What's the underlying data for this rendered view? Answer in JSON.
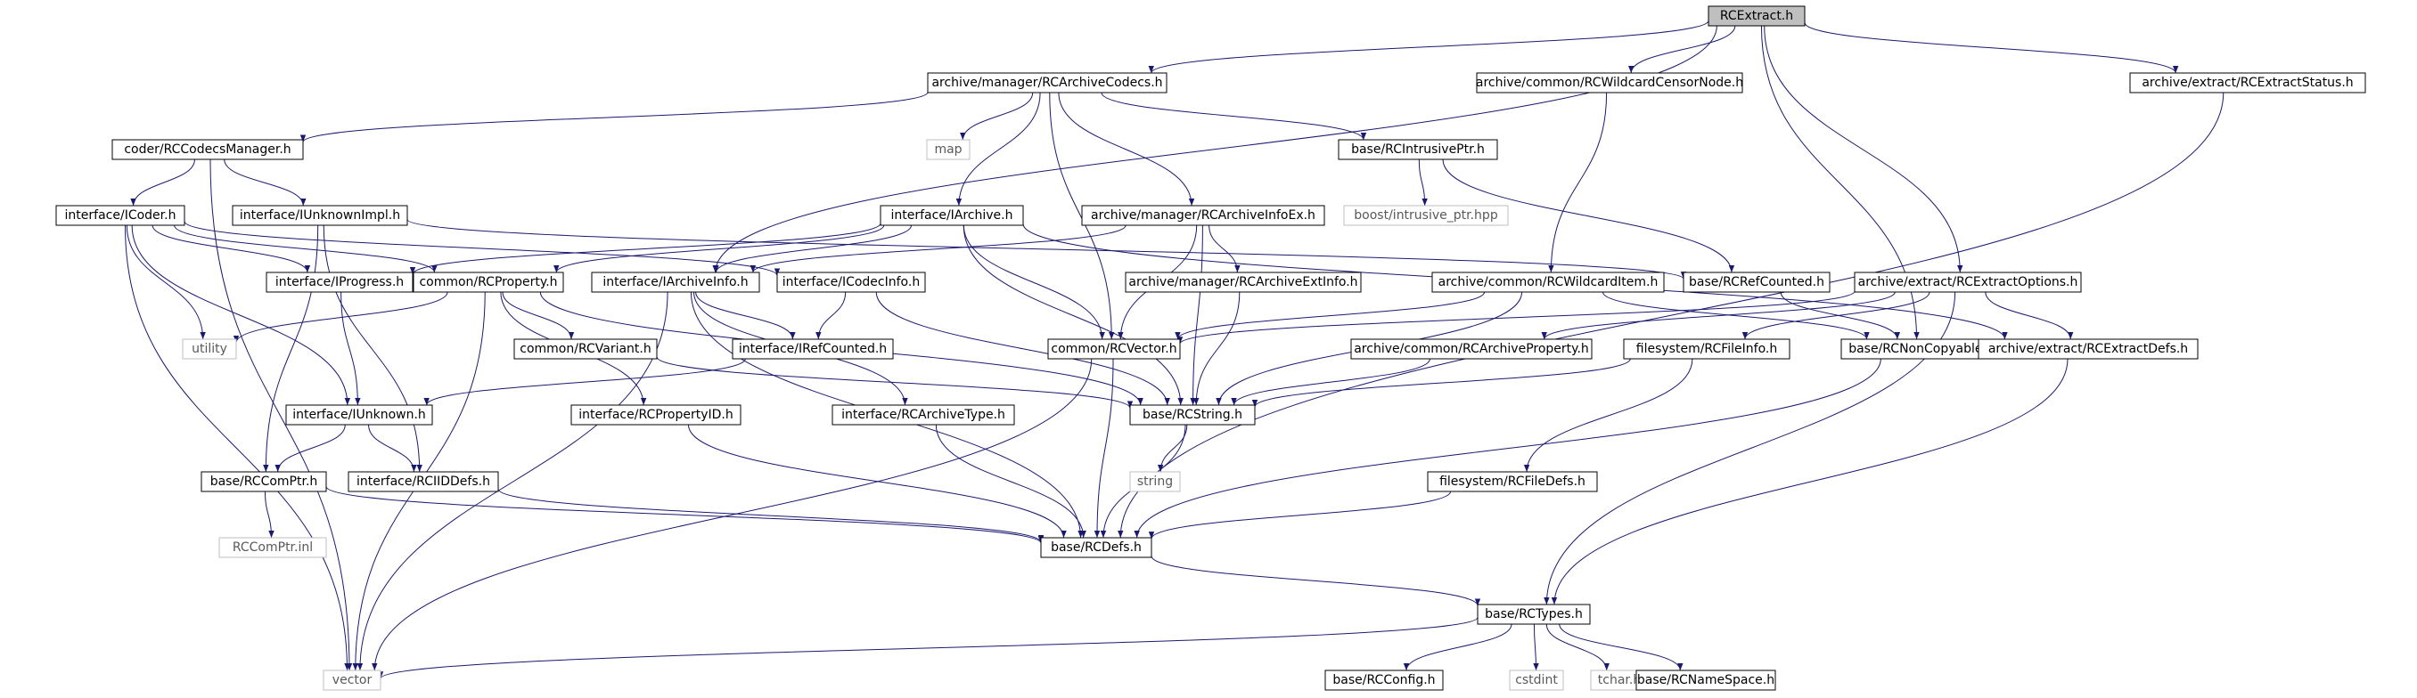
{
  "colors": {
    "background": "#ffffff",
    "edge": "#191970",
    "node_border": "#000000",
    "external_border": "#bfbfbf",
    "external_text": "#595959",
    "root_fill": "#bfbfbf"
  },
  "nodes": [
    {
      "id": "RCExtract_h",
      "label": "RCExtract.h",
      "kind": "root"
    },
    {
      "id": "archive_manager_RCArchiveCodecs_h",
      "label": "archive/manager/RCArchiveCodecs.h",
      "kind": "header"
    },
    {
      "id": "archive_common_RCWildcardCensorNode_h",
      "label": "archive/common/RCWildcardCensorNode.h",
      "kind": "header"
    },
    {
      "id": "archive_extract_RCExtractStatus_h",
      "label": "archive/extract/RCExtractStatus.h",
      "kind": "header"
    },
    {
      "id": "coder_RCCodecsManager_h",
      "label": "coder/RCCodecsManager.h",
      "kind": "header"
    },
    {
      "id": "map",
      "label": "map",
      "kind": "external"
    },
    {
      "id": "base_RCIntrusivePtr_h",
      "label": "base/RCIntrusivePtr.h",
      "kind": "header"
    },
    {
      "id": "interface_ICoder_h",
      "label": "interface/ICoder.h",
      "kind": "header"
    },
    {
      "id": "interface_IUnknownImpl_h",
      "label": "interface/IUnknownImpl.h",
      "kind": "header"
    },
    {
      "id": "interface_IArchive_h",
      "label": "interface/IArchive.h",
      "kind": "header"
    },
    {
      "id": "archive_manager_RCArchiveInfoEx_h",
      "label": "archive/manager/RCArchiveInfoEx.h",
      "kind": "header"
    },
    {
      "id": "boost_intrusive_ptr_hpp",
      "label": "boost/intrusive_ptr.hpp",
      "kind": "external"
    },
    {
      "id": "interface_IProgress_h",
      "label": "interface/IProgress.h",
      "kind": "header"
    },
    {
      "id": "common_RCProperty_h",
      "label": "common/RCProperty.h",
      "kind": "header"
    },
    {
      "id": "interface_IArchiveInfo_h",
      "label": "interface/IArchiveInfo.h",
      "kind": "header"
    },
    {
      "id": "interface_ICodecInfo_h",
      "label": "interface/ICodecInfo.h",
      "kind": "header"
    },
    {
      "id": "archive_manager_RCArchiveExtInfo_h",
      "label": "archive/manager/RCArchiveExtInfo.h",
      "kind": "header"
    },
    {
      "id": "archive_common_RCWildcardItem_h",
      "label": "archive/common/RCWildcardItem.h",
      "kind": "header"
    },
    {
      "id": "base_RCRefCounted_h",
      "label": "base/RCRefCounted.h",
      "kind": "header"
    },
    {
      "id": "archive_extract_RCExtractOptions_h",
      "label": "archive/extract/RCExtractOptions.h",
      "kind": "header"
    },
    {
      "id": "utility",
      "label": "utility",
      "kind": "external"
    },
    {
      "id": "common_RCVariant_h",
      "label": "common/RCVariant.h",
      "kind": "header"
    },
    {
      "id": "interface_IRefCounted_h",
      "label": "interface/IRefCounted.h",
      "kind": "header"
    },
    {
      "id": "common_RCVector_h",
      "label": "common/RCVector.h",
      "kind": "header"
    },
    {
      "id": "archive_common_RCArchiveProperty_h",
      "label": "archive/common/RCArchiveProperty.h",
      "kind": "header"
    },
    {
      "id": "filesystem_RCFileInfo_h",
      "label": "filesystem/RCFileInfo.h",
      "kind": "header"
    },
    {
      "id": "base_RCNonCopyable_h",
      "label": "base/RCNonCopyable.h",
      "kind": "header"
    },
    {
      "id": "archive_extract_RCExtractDefs_h",
      "label": "archive/extract/RCExtractDefs.h",
      "kind": "header"
    },
    {
      "id": "interface_IUnknown_h",
      "label": "interface/IUnknown.h",
      "kind": "header"
    },
    {
      "id": "interface_RCPropertyID_h",
      "label": "interface/RCPropertyID.h",
      "kind": "header"
    },
    {
      "id": "interface_RCArchiveType_h",
      "label": "interface/RCArchiveType.h",
      "kind": "header"
    },
    {
      "id": "base_RCString_h",
      "label": "base/RCString.h",
      "kind": "header"
    },
    {
      "id": "base_RCComPtr_h",
      "label": "base/RCComPtr.h",
      "kind": "header"
    },
    {
      "id": "interface_RCIIDDefs_h",
      "label": "interface/RCIIDDefs.h",
      "kind": "header"
    },
    {
      "id": "string",
      "label": "string",
      "kind": "external"
    },
    {
      "id": "filesystem_RCFileDefs_h",
      "label": "filesystem/RCFileDefs.h",
      "kind": "header"
    },
    {
      "id": "RCComPtr_inl",
      "label": "RCComPtr.inl",
      "kind": "external"
    },
    {
      "id": "base_RCDefs_h",
      "label": "base/RCDefs.h",
      "kind": "header"
    },
    {
      "id": "base_RCTypes_h",
      "label": "base/RCTypes.h",
      "kind": "header"
    },
    {
      "id": "vector",
      "label": "vector",
      "kind": "external"
    },
    {
      "id": "base_RCConfig_h",
      "label": "base/RCConfig.h",
      "kind": "header"
    },
    {
      "id": "cstdint",
      "label": "cstdint",
      "kind": "external"
    },
    {
      "id": "tchar_h",
      "label": "tchar.h",
      "kind": "external"
    },
    {
      "id": "base_RCNameSpace_h",
      "label": "base/RCNameSpace.h",
      "kind": "header"
    }
  ],
  "edges": [
    [
      "RCExtract_h",
      "archive_manager_RCArchiveCodecs_h"
    ],
    [
      "RCExtract_h",
      "archive_common_RCWildcardCensorNode_h"
    ],
    [
      "RCExtract_h",
      "archive_extract_RCExtractStatus_h"
    ],
    [
      "RCExtract_h",
      "interface_IArchiveInfo_h"
    ],
    [
      "RCExtract_h",
      "archive_extract_RCExtractOptions_h"
    ],
    [
      "RCExtract_h",
      "base_RCNonCopyable_h"
    ],
    [
      "archive_manager_RCArchiveCodecs_h",
      "coder_RCCodecsManager_h"
    ],
    [
      "archive_manager_RCArchiveCodecs_h",
      "map"
    ],
    [
      "archive_manager_RCArchiveCodecs_h",
      "base_RCIntrusivePtr_h"
    ],
    [
      "archive_manager_RCArchiveCodecs_h",
      "interface_IArchive_h"
    ],
    [
      "archive_manager_RCArchiveCodecs_h",
      "archive_manager_RCArchiveInfoEx_h"
    ],
    [
      "archive_manager_RCArchiveCodecs_h",
      "common_RCVector_h"
    ],
    [
      "archive_common_RCWildcardCensorNode_h",
      "archive_common_RCWildcardItem_h"
    ],
    [
      "archive_extract_RCExtractStatus_h",
      "base_RCDefs_h"
    ],
    [
      "coder_RCCodecsManager_h",
      "interface_ICoder_h"
    ],
    [
      "coder_RCCodecsManager_h",
      "interface_IUnknownImpl_h"
    ],
    [
      "coder_RCCodecsManager_h",
      "vector"
    ],
    [
      "base_RCIntrusivePtr_h",
      "boost_intrusive_ptr_hpp"
    ],
    [
      "base_RCIntrusivePtr_h",
      "base_RCRefCounted_h"
    ],
    [
      "interface_ICoder_h",
      "interface_IProgress_h"
    ],
    [
      "interface_ICoder_h",
      "common_RCProperty_h"
    ],
    [
      "interface_ICoder_h",
      "interface_ICodecInfo_h"
    ],
    [
      "interface_ICoder_h",
      "utility"
    ],
    [
      "interface_ICoder_h",
      "interface_IUnknown_h"
    ],
    [
      "interface_ICoder_h",
      "vector"
    ],
    [
      "interface_IUnknownImpl_h",
      "base_RCRefCounted_h"
    ],
    [
      "interface_IUnknownImpl_h",
      "base_RCComPtr_h"
    ],
    [
      "interface_IUnknownImpl_h",
      "interface_RCIIDDefs_h"
    ],
    [
      "interface_IArchive_h",
      "interface_IProgress_h"
    ],
    [
      "interface_IArchive_h",
      "common_RCProperty_h"
    ],
    [
      "interface_IArchive_h",
      "interface_IArchiveInfo_h"
    ],
    [
      "interface_IArchive_h",
      "common_RCVector_h"
    ],
    [
      "interface_IArchive_h",
      "base_RCString_h"
    ],
    [
      "interface_IArchive_h",
      "archive_extract_RCExtractDefs_h"
    ],
    [
      "archive_manager_RCArchiveInfoEx_h",
      "interface_IArchiveInfo_h"
    ],
    [
      "archive_manager_RCArchiveInfoEx_h",
      "archive_manager_RCArchiveExtInfo_h"
    ],
    [
      "archive_manager_RCArchiveInfoEx_h",
      "common_RCVector_h"
    ],
    [
      "archive_manager_RCArchiveInfoEx_h",
      "base_RCString_h"
    ],
    [
      "interface_IProgress_h",
      "interface_IUnknown_h"
    ],
    [
      "common_RCProperty_h",
      "common_RCVariant_h"
    ],
    [
      "common_RCProperty_h",
      "interface_RCPropertyID_h"
    ],
    [
      "common_RCProperty_h",
      "utility"
    ],
    [
      "common_RCProperty_h",
      "vector"
    ],
    [
      "common_RCProperty_h",
      "base_RCString_h"
    ],
    [
      "interface_IArchiveInfo_h",
      "interface_IRefCounted_h"
    ],
    [
      "interface_IArchiveInfo_h",
      "interface_RCArchiveType_h"
    ],
    [
      "interface_IArchiveInfo_h",
      "base_RCDefs_h"
    ],
    [
      "interface_IArchiveInfo_h",
      "vector"
    ],
    [
      "interface_ICodecInfo_h",
      "interface_IRefCounted_h"
    ],
    [
      "interface_ICodecInfo_h",
      "base_RCString_h"
    ],
    [
      "archive_manager_RCArchiveExtInfo_h",
      "base_RCString_h"
    ],
    [
      "archive_common_RCWildcardItem_h",
      "common_RCVector_h"
    ],
    [
      "archive_common_RCWildcardItem_h",
      "base_RCString_h"
    ],
    [
      "archive_common_RCWildcardItem_h",
      "base_RCNonCopyable_h"
    ],
    [
      "base_RCRefCounted_h",
      "base_RCNonCopyable_h"
    ],
    [
      "archive_extract_RCExtractOptions_h",
      "common_RCVector_h"
    ],
    [
      "archive_extract_RCExtractOptions_h",
      "archive_common_RCArchiveProperty_h"
    ],
    [
      "archive_extract_RCExtractOptions_h",
      "filesystem_RCFileInfo_h"
    ],
    [
      "archive_extract_RCExtractOptions_h",
      "archive_extract_RCExtractDefs_h"
    ],
    [
      "archive_extract_RCExtractOptions_h",
      "base_RCTypes_h"
    ],
    [
      "common_RCVariant_h",
      "base_RCString_h"
    ],
    [
      "interface_IRefCounted_h",
      "interface_IUnknown_h"
    ],
    [
      "common_RCVector_h",
      "base_RCDefs_h"
    ],
    [
      "common_RCVector_h",
      "vector"
    ],
    [
      "archive_common_RCArchiveProperty_h",
      "base_RCString_h"
    ],
    [
      "filesystem_RCFileInfo_h",
      "base_RCString_h"
    ],
    [
      "filesystem_RCFileInfo_h",
      "filesystem_RCFileDefs_h"
    ],
    [
      "base_RCNonCopyable_h",
      "base_RCDefs_h"
    ],
    [
      "archive_extract_RCExtractDefs_h",
      "base_RCTypes_h"
    ],
    [
      "interface_IUnknown_h",
      "base_RCComPtr_h"
    ],
    [
      "interface_IUnknown_h",
      "interface_RCIIDDefs_h"
    ],
    [
      "interface_RCPropertyID_h",
      "base_RCDefs_h"
    ],
    [
      "interface_RCArchiveType_h",
      "base_RCDefs_h"
    ],
    [
      "base_RCString_h",
      "string"
    ],
    [
      "base_RCString_h",
      "base_RCDefs_h"
    ],
    [
      "base_RCComPtr_h",
      "RCComPtr_inl"
    ],
    [
      "base_RCComPtr_h",
      "base_RCDefs_h"
    ],
    [
      "interface_RCIIDDefs_h",
      "base_RCDefs_h"
    ],
    [
      "filesystem_RCFileDefs_h",
      "base_RCDefs_h"
    ],
    [
      "base_RCDefs_h",
      "base_RCTypes_h"
    ],
    [
      "base_RCTypes_h",
      "vector"
    ],
    [
      "base_RCTypes_h",
      "base_RCConfig_h"
    ],
    [
      "base_RCTypes_h",
      "cstdint"
    ],
    [
      "base_RCTypes_h",
      "tchar_h"
    ],
    [
      "base_RCTypes_h",
      "base_RCNameSpace_h"
    ]
  ]
}
